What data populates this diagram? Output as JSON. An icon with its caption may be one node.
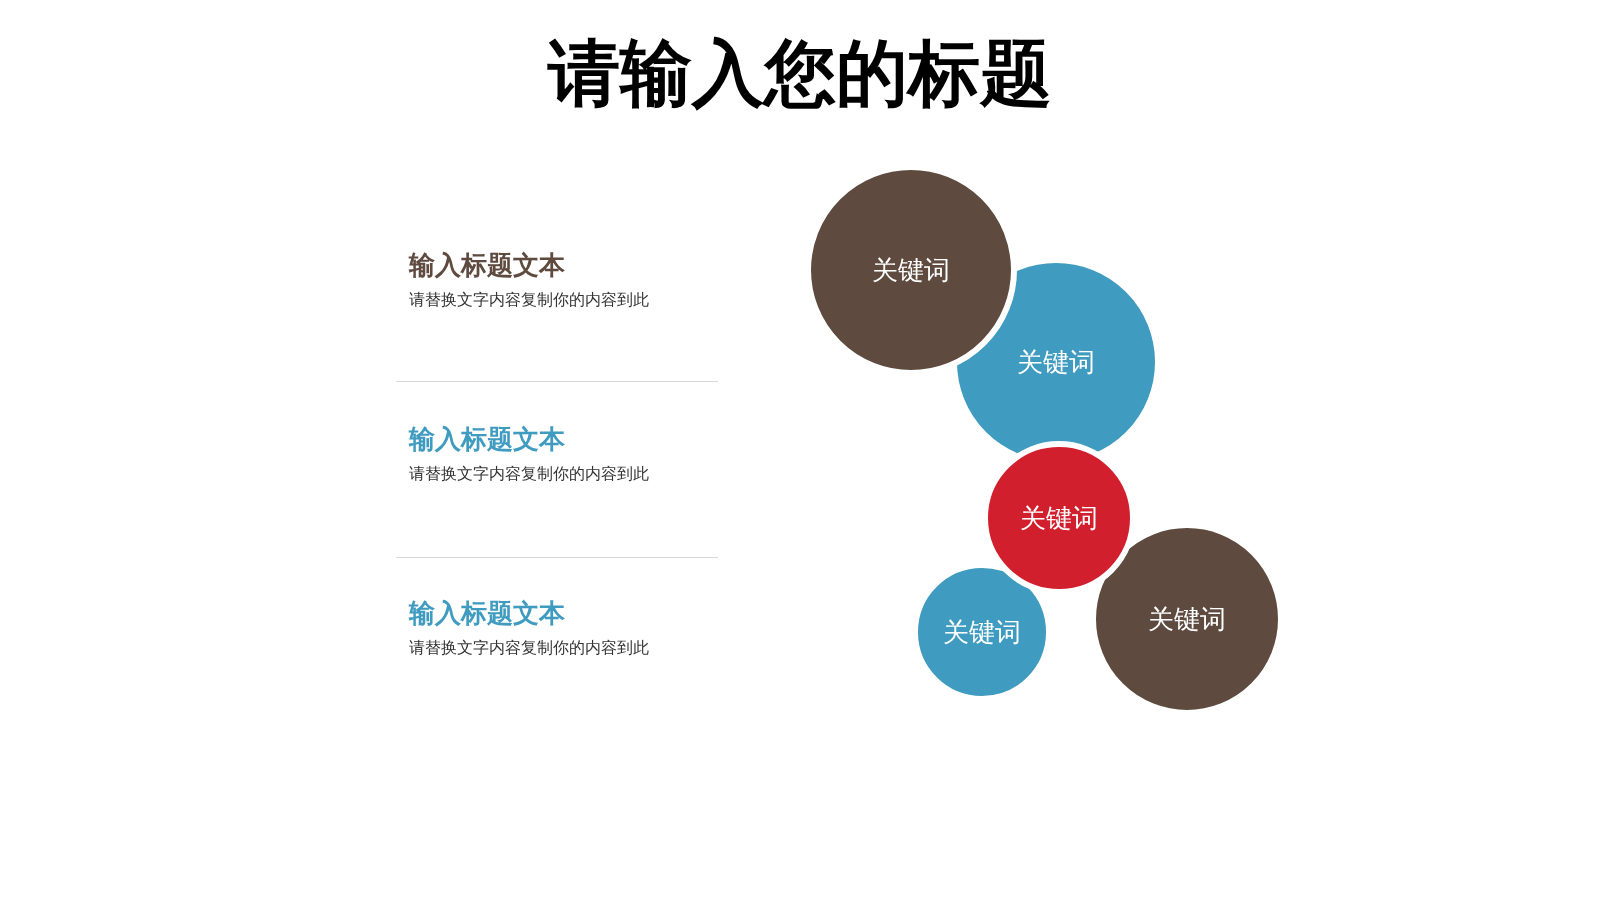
{
  "diagram": {
    "title": "请输入您的标题",
    "nodes": [
      {
        "text": [
          "关键词"
        ]
      },
      {
        "text": [
          "关键词"
        ]
      },
      {
        "text": [
          "关键词"
        ]
      },
      {
        "text": [
          "关键词"
        ]
      },
      {
        "text": [
          "关键词"
        ]
      }
    ],
    "labels": [
      "输入标题文本",
      "请替换文字内容复制你的内容到此",
      "输入标题文本",
      "请替换文字内容复制你的内容到此",
      "输入标题文本",
      "请替换文字内容复制你的内容到此"
    ]
  }
}
